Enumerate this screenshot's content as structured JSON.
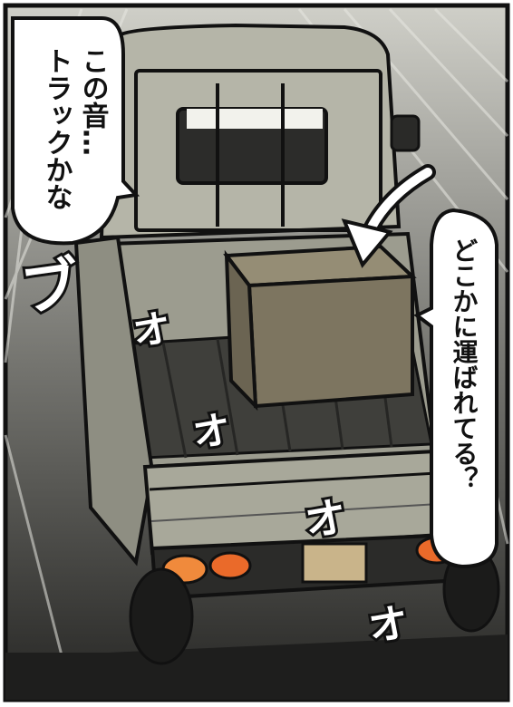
{
  "speech_bubbles": {
    "left_line1": "この音…",
    "left_line2": "トラックかな",
    "right_line1": "どこかに運ばれてる？"
  },
  "sound_effects": {
    "engine_start": "ブ",
    "engine_1": "オ",
    "engine_2": "オ",
    "engine_3": "オ",
    "engine_4": "オ"
  },
  "colors": {
    "truck_body": "#a8a89a",
    "cargo_box": "#7d7560",
    "bed_floor": "#3f3f3b",
    "tail_light": "#f08a3c",
    "background_dark": "#3a3a38"
  }
}
